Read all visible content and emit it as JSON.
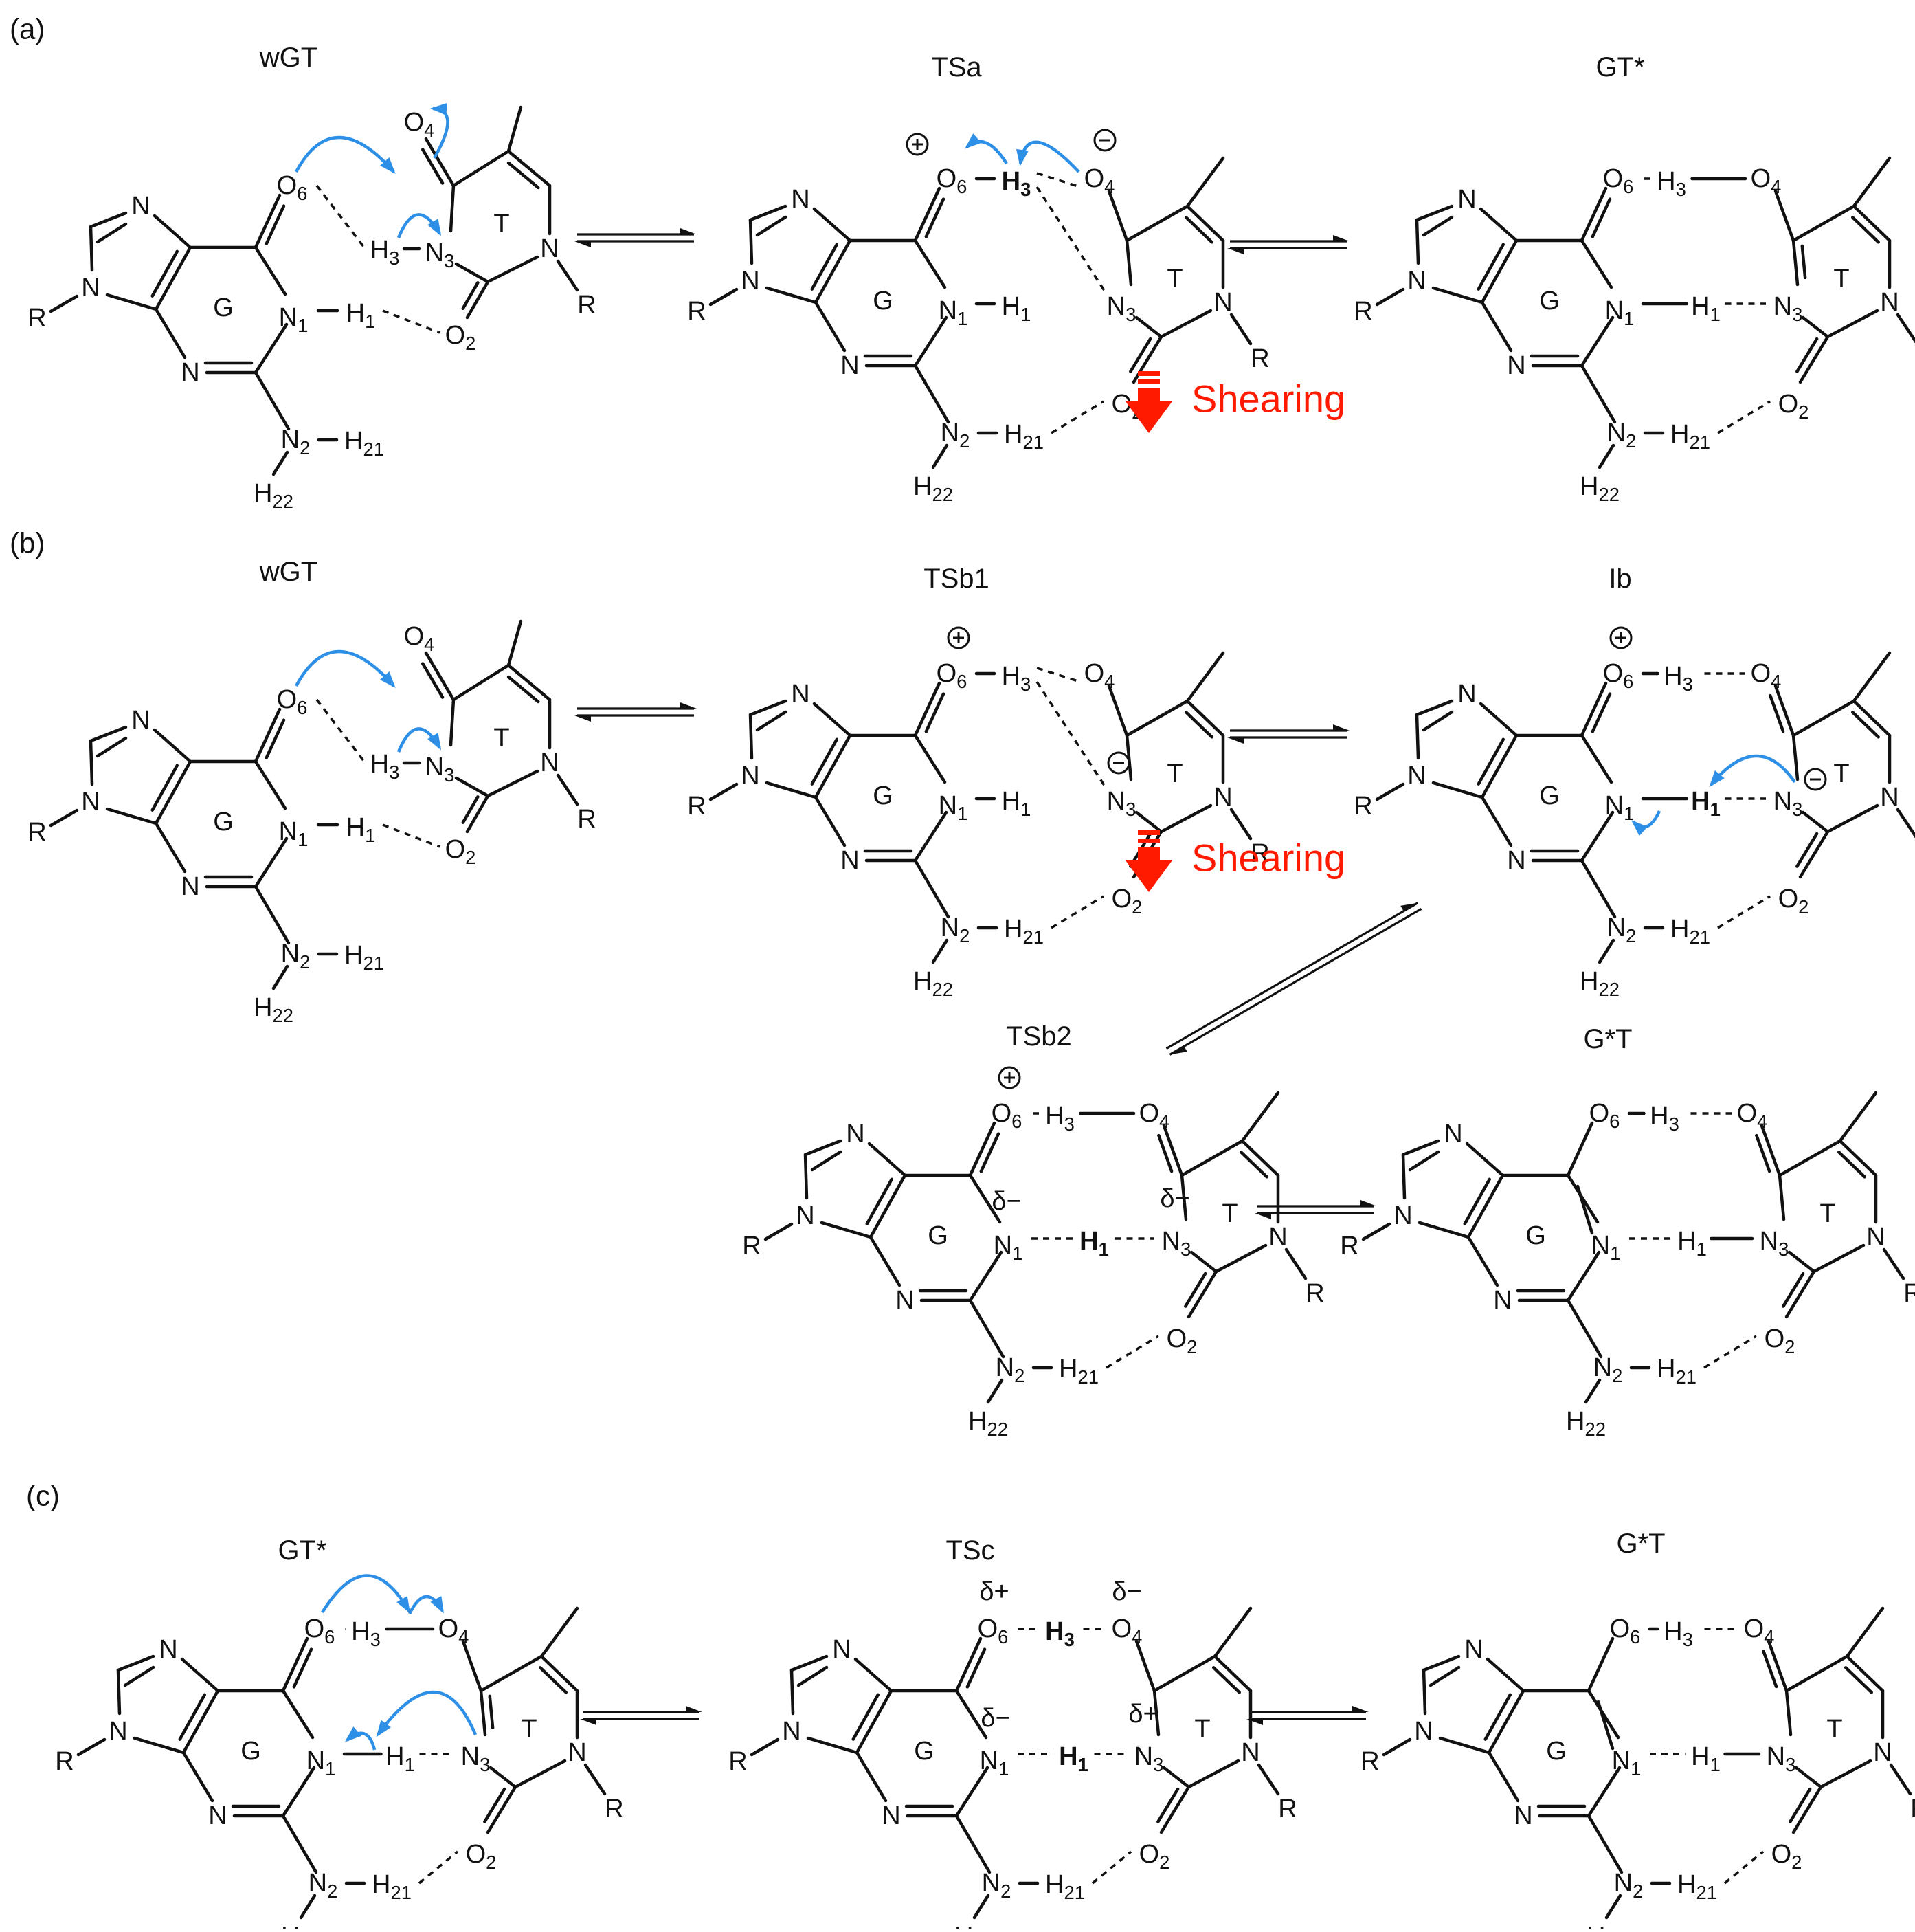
{
  "panels": [
    {
      "id": "a",
      "label": "(a)",
      "structures": [
        "wGT",
        "TSa",
        "GT*"
      ]
    },
    {
      "id": "b",
      "label": "(b)",
      "structures": [
        "wGT",
        "TSb1",
        "Ib",
        "TSb2",
        "G*T"
      ]
    },
    {
      "id": "c",
      "label": "(c)",
      "structures": [
        "GT*",
        "TSc",
        "G*T"
      ]
    }
  ],
  "shearing_label": "Shearing",
  "ring_labels": {
    "guanine": "G",
    "thymine": "T"
  },
  "atoms": {
    "N": "N",
    "R": "R",
    "O6": "O6",
    "O4": "O4",
    "O2": "O2",
    "N1": "N1",
    "N2": "N2",
    "N3": "N3",
    "H1": "H1",
    "H3": "H3",
    "H21": "H21",
    "H22": "H22"
  },
  "charges": {
    "plus": "+",
    "minus": "−",
    "delta_minus": "δ−",
    "delta_plus": "δ+"
  },
  "colors": {
    "bond": "#111111",
    "curly_arrow": "#2e8fe6",
    "shearing": "#ff1a00"
  }
}
